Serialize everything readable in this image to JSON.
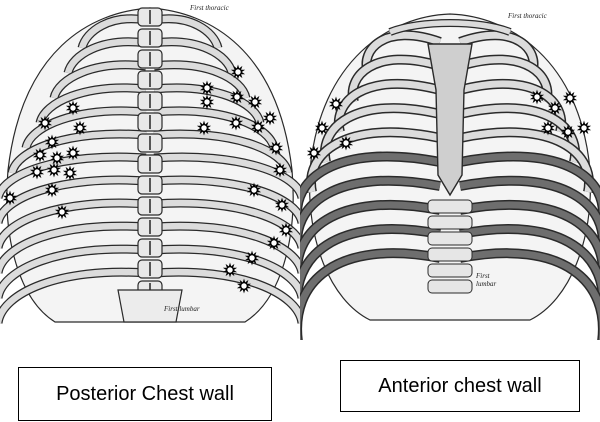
{
  "posterior": {
    "label_first_thoracic": "First thoracic",
    "label_first_lumbar": "First lumbar",
    "caption": "Posterior Chest wall"
  },
  "anterior": {
    "label_first_thoracic": "First thoracic",
    "label_first_lumbar": "First lumbar",
    "caption": "Anterior chest wall"
  },
  "marker_icon": "starburst-icon",
  "colors": {
    "bone": "#dcdcdc",
    "outline": "#2a2a2a",
    "marker": "#000000"
  }
}
